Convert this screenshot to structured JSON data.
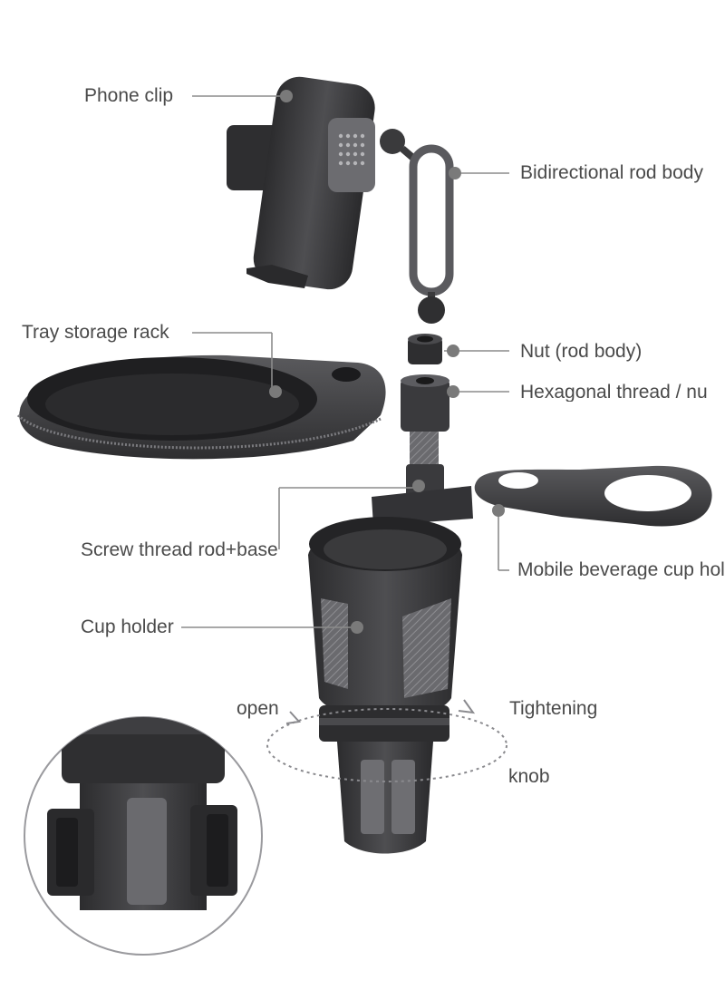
{
  "labels": {
    "phone_clip": "Phone clip",
    "rod_body": "Bidirectional rod body",
    "tray": "Tray storage rack",
    "nut": "Nut (rod body)",
    "hex_thread": "Hexagonal thread / nu",
    "screw_rod": "Screw thread rod+base",
    "mobile_cup": "Mobile beverage cup hol",
    "cup_holder": "Cup holder",
    "open": "open",
    "tightening": "Tightening",
    "knob": "knob"
  },
  "colors": {
    "part_dark": "#3c3c3e",
    "part_mid": "#555558",
    "part_light": "#8a8a8e",
    "leader": "#8c8c8c",
    "dot": "#7a7a7a",
    "text": "#4a4a4a"
  }
}
